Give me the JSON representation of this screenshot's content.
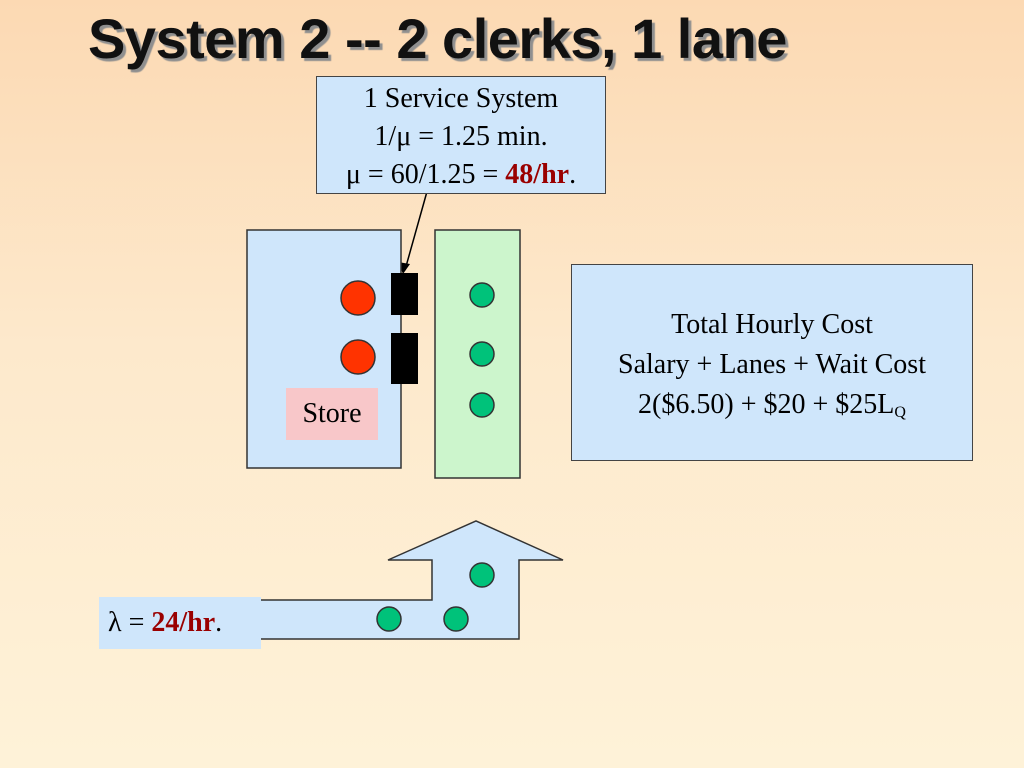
{
  "title": "System 2 -- 2 clerks, 1 lane",
  "service_box": {
    "line1": "1 Service System",
    "line2": "1/μ = 1.25 min.",
    "line3_prefix": "μ = 60/1.25 = ",
    "line3_rate": "48/hr",
    "line3_suffix": "."
  },
  "cost_box": {
    "line1": "Total Hourly Cost",
    "line2": "Salary + Lanes + Wait Cost",
    "line3": "2($6.50) + $20 + $25L",
    "line3_sub": "Q"
  },
  "store_label": "Store",
  "arrival": {
    "prefix": "λ = ",
    "rate": "24/hr",
    "suffix": "."
  },
  "colors": {
    "store_fill": "#cfe6fb",
    "lane_fill": "#ccf5cc",
    "clerk_circle": "#ff3300",
    "customer_circle": "#00c27a",
    "counter": "#000000",
    "highlight_red": "#9a0000"
  }
}
